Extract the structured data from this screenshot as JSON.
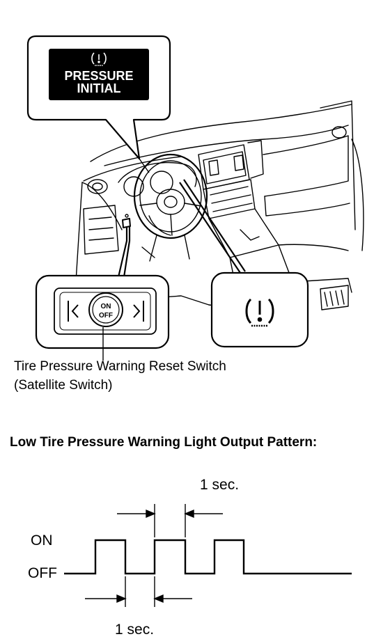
{
  "callout_display": {
    "icon": "tire-pressure-warning-icon",
    "line1": "PRESSURE",
    "line2": "INITIAL"
  },
  "satellite_switch": {
    "left_icon": "previous-icon",
    "right_icon": "next-icon",
    "center_top": "ON",
    "center_bottom": "OFF"
  },
  "warning_callout": {
    "icon": "tire-pressure-warning-icon"
  },
  "switch_caption": {
    "line1": "Tire Pressure Warning Reset Switch",
    "line2": "(Satellite Switch)"
  },
  "pattern": {
    "title": "Low Tire Pressure Warning Light Output Pattern:",
    "on_label": "ON",
    "off_label": "OFF",
    "top_interval_label": "1 sec.",
    "bottom_interval_label": "1 sec.",
    "levels": [
      0,
      1,
      0,
      1,
      0,
      1,
      0
    ]
  }
}
